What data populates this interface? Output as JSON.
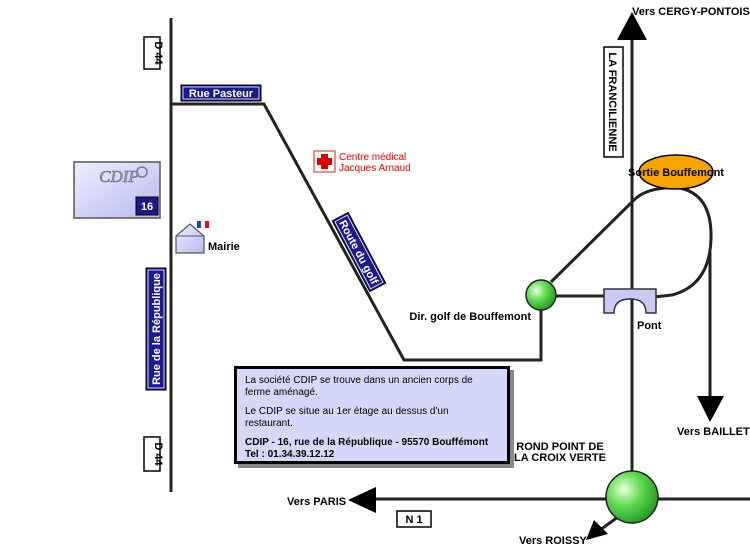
{
  "roads": {
    "d44_top": "D 44",
    "d44_bottom": "D 44",
    "rue_pasteur": "Rue Pasteur",
    "rue_republique": "Rue de la République",
    "route_du_golf": "Route du golf",
    "la_francilienne": "LA FRANCILIENNE",
    "n1": "N 1"
  },
  "places": {
    "mairie": "Mairie",
    "centre_medical_line1": "Centre médical",
    "centre_medical_line2": "Jacques Arnaud",
    "dir_golf": "Dir. golf de Bouffemont",
    "pont": "Pont",
    "rond_point_line1": "ROND POINT DE",
    "rond_point_line2": "LA CROIX VERTE",
    "sortie": "Sortie Bouffemont"
  },
  "directions": {
    "cergy": "Vers CERGY-PONTOISE",
    "baillet": "Vers BAILLET",
    "paris": "Vers PARIS",
    "roissy": "Vers ROISSY"
  },
  "building": {
    "logo_text": "CDIP",
    "number": "16"
  },
  "info_box": {
    "paragraph1": "La société CDIP se trouve dans un ancien corps de ferme aménagé.",
    "paragraph2": "Le CDIP se situe au 1er étage au dessus d'un restaurant.",
    "address": "CDIP - 16, rue de la République - 95570 Bouffémont",
    "phone": "Tel : 01.34.39.12.12"
  },
  "colors": {
    "road_sign_blue": "#1a1a8c",
    "roundabout_green": "#33cc33",
    "sortie_orange": "#f5a400",
    "medical_red": "#e00000",
    "building_fill": "#c8caf5"
  }
}
